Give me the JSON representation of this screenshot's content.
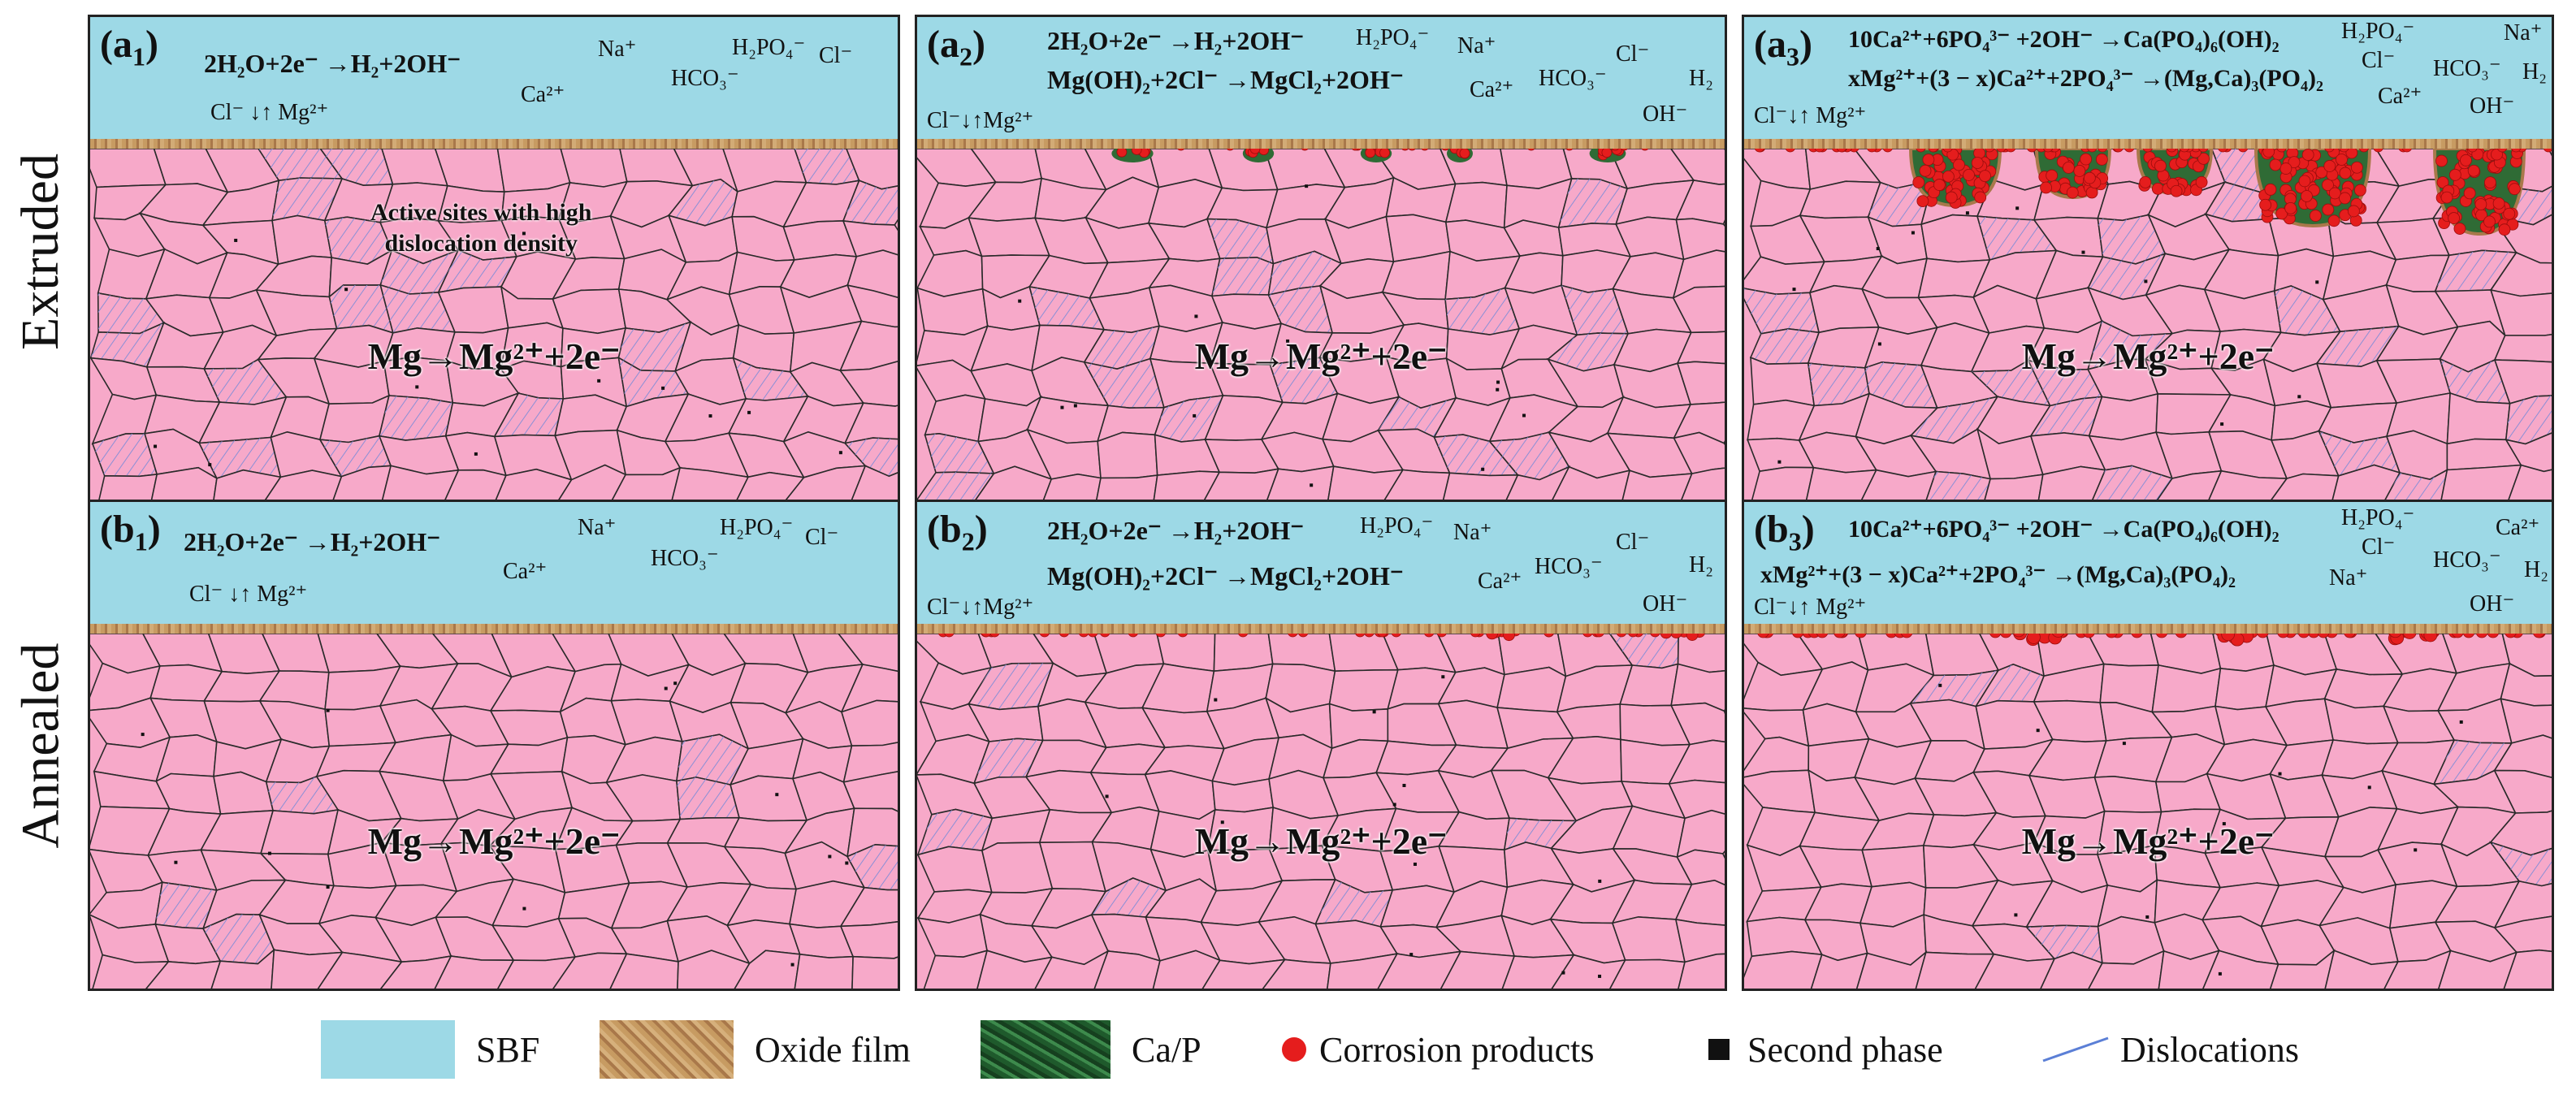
{
  "row_labels": {
    "extruded": "Extruded",
    "annealed": "Annealed"
  },
  "panels": {
    "a1": {
      "label_main": "(a",
      "label_sub": "1",
      "label_close": ")",
      "eqs": [
        "2H₂O+2e⁻ →H₂+2OH⁻"
      ],
      "ions": {
        "cl_mg": "Cl⁻ ↓↑ Mg²⁺",
        "ca": "Ca²⁺",
        "na": "Na⁺",
        "hco3": "HCO₃⁻",
        "h2po4": "H₂PO₄⁻",
        "cl": "Cl⁻"
      },
      "annotation": [
        "Active sites with high",
        "dislocation density"
      ],
      "mg_reaction": "Mg→Mg²⁺+2e⁻"
    },
    "a2": {
      "label_main": "(a",
      "label_sub": "2",
      "label_close": ")",
      "eqs": [
        "2H₂O+2e⁻ →H₂+2OH⁻",
        "Mg(OH)₂+2Cl⁻ →MgCl₂+2OH⁻"
      ],
      "ions": {
        "cl_mg": "Cl⁻↓↑Mg²⁺",
        "h2po4": "H₂PO₄⁻",
        "na": "Na⁺",
        "ca": "Ca²⁺",
        "hco3": "HCO₃⁻",
        "cl": "Cl⁻",
        "h2": "H₂",
        "oh": "OH⁻"
      },
      "mg_reaction": "Mg→Mg²⁺+2e⁻"
    },
    "a3": {
      "label_main": "(a",
      "label_sub": "3",
      "label_close": ")",
      "eqs": [
        "10Ca²⁺+6PO₄³⁻ +2OH⁻ →Ca(PO₄)₆(OH)₂",
        "xMg²⁺+(3 − x)Ca²⁺+2PO₄³⁻ →(Mg,Ca)₃(PO₄)₂"
      ],
      "ions": {
        "cl_mg": "Cl⁻↓↑ Mg²⁺",
        "h2po4": "H₂PO₄⁻",
        "na": "Na⁺",
        "cl": "Cl⁻",
        "hco3": "HCO₃⁻",
        "ca": "Ca²⁺",
        "h2": "H₂",
        "oh": "OH⁻"
      },
      "mg_reaction": "Mg→Mg²⁺+2e⁻"
    },
    "b1": {
      "label_main": "(b",
      "label_sub": "1",
      "label_close": ")",
      "eqs": [
        "2H₂O+2e⁻ →H₂+2OH⁻"
      ],
      "ions": {
        "cl_mg": "Cl⁻ ↓↑ Mg²⁺",
        "ca": "Ca²⁺",
        "na": "Na⁺",
        "hco3": "HCO₃⁻",
        "h2po4": "H₂PO₄⁻",
        "cl": "Cl⁻"
      },
      "mg_reaction": "Mg→Mg²⁺+2e⁻"
    },
    "b2": {
      "label_main": "(b",
      "label_sub": "2",
      "label_close": ")",
      "eqs": [
        "2H₂O+2e⁻ →H₂+2OH⁻",
        "Mg(OH)₂+2Cl⁻ →MgCl₂+2OH⁻"
      ],
      "ions": {
        "cl_mg": "Cl⁻↓↑Mg²⁺",
        "h2po4": "H₂PO₄⁻",
        "na": "Na⁺",
        "ca": "Ca²⁺",
        "hco3": "HCO₃⁻",
        "cl": "Cl⁻",
        "h2": "H₂",
        "oh": "OH⁻"
      },
      "mg_reaction": "Mg→Mg²⁺+2e⁻"
    },
    "b3": {
      "label_main": "(b",
      "label_sub": "3",
      "label_close": ")",
      "eqs": [
        "10Ca²⁺+6PO₄³⁻ +2OH⁻ →Ca(PO₄)₆(OH)₂",
        "xMg²⁺+(3 − x)Ca²⁺+2PO₄³⁻ →(Mg,Ca)₃(PO₄)₂"
      ],
      "ions": {
        "cl_mg": "Cl⁻↓↑ Mg²⁺",
        "h2po4": "H₂PO₄⁻",
        "na": "Na⁺",
        "cl": "Cl⁻",
        "hco3": "HCO₃⁻",
        "ca": "Ca²⁺",
        "h2": "H₂",
        "oh": "OH⁻"
      },
      "mg_reaction": "Mg→Mg²⁺+2e⁻"
    }
  },
  "legend": {
    "sbf": "SBF",
    "oxide": "Oxide film",
    "cap": "Ca/P",
    "corrosion": "Corrosion products",
    "second": "Second phase",
    "disloc": "Dislocations"
  },
  "colors": {
    "sbf": "#9dd9e6",
    "matrix": "#f7a9c9",
    "oxide": "#c79b62",
    "cap": "#1f5a2c",
    "corrosion": "#e51d1d",
    "dislocation": "#5b7fd6",
    "hatch": "#8a8fd6"
  }
}
